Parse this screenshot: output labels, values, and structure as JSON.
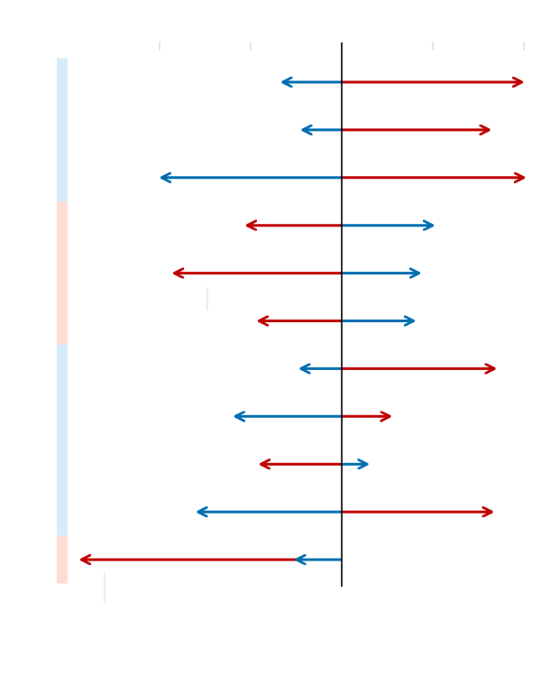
{
  "chart_data": {
    "type": "arrow_range",
    "xlim": [
      -2,
      2
    ],
    "x_ticks": [
      -2,
      -1,
      0,
      1,
      2
    ],
    "center": 0,
    "colors": {
      "red": "#c00000",
      "blue": "#0070b0",
      "group_blue": "#d6ecfb",
      "group_red": "#fddcd6",
      "axis": "#000000",
      "tick": "#cccccc"
    },
    "group_bands": [
      {
        "color": "blue",
        "rows": [
          0,
          2
        ]
      },
      {
        "color": "red",
        "rows": [
          3,
          5
        ]
      },
      {
        "color": "blue",
        "rows": [
          6,
          9
        ]
      },
      {
        "color": "red",
        "rows": [
          10,
          10
        ]
      }
    ],
    "rows": [
      {
        "left": -0.65,
        "right": 1.98,
        "left_color": "blue",
        "right_color": "red"
      },
      {
        "left": -0.43,
        "right": 1.62,
        "left_color": "blue",
        "right_color": "red"
      },
      {
        "left": -1.98,
        "right": 2.0,
        "left_color": "blue",
        "right_color": "red"
      },
      {
        "left": -1.04,
        "right": 1.0,
        "left_color": "red",
        "right_color": "blue"
      },
      {
        "left": -1.84,
        "right": 0.85,
        "left_color": "red",
        "right_color": "blue"
      },
      {
        "left": -0.91,
        "right": 0.79,
        "left_color": "red",
        "right_color": "blue"
      },
      {
        "left": -0.45,
        "right": 1.68,
        "left_color": "blue",
        "right_color": "red"
      },
      {
        "left": -1.17,
        "right": 0.53,
        "left_color": "blue",
        "right_color": "red"
      },
      {
        "left": -0.89,
        "right": 0.28,
        "left_color": "red",
        "right_color": "blue"
      },
      {
        "left": -1.58,
        "right": 1.65,
        "left_color": "blue",
        "right_color": "red"
      },
      {
        "left": -2.86,
        "right": 0.0,
        "left_color": "red",
        "right_color": "blue",
        "inner_left": -0.5,
        "inner_color": "blue"
      }
    ]
  }
}
